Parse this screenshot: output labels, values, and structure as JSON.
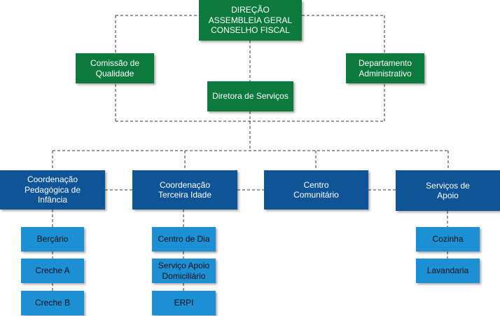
{
  "colors": {
    "green": "#0c7a3c",
    "navy": "#0f5496",
    "light_blue": "#1d8fd4",
    "connector": "#333333"
  },
  "top": {
    "direcao": "DIREÇÃO\nASSEMBLEIA GERAL\nCONSELHO FISCAL",
    "comissao": "Comissão de\nQualidade",
    "departamento": "Departamento\nAdministrativo",
    "diretora": "Diretora de Serviços"
  },
  "coordination": {
    "pedagogica": "Coordenação\nPedagógica de\nInfância",
    "terceira_idade": "Coordenação\nTerceira Idade",
    "centro": "Centro\nComunitário",
    "servicos_apoio": "Serviços de\nApoio"
  },
  "sub": {
    "bercario": "Berçário",
    "creche_a": "Creche A",
    "creche_b": "Creche B",
    "centro_dia": "Centro de Dia",
    "sad": "Serviço Apoio\nDomiciliário",
    "erpi": "ERPI",
    "cozinha": "Cozinha",
    "lavandaria": "Lavandaria"
  }
}
